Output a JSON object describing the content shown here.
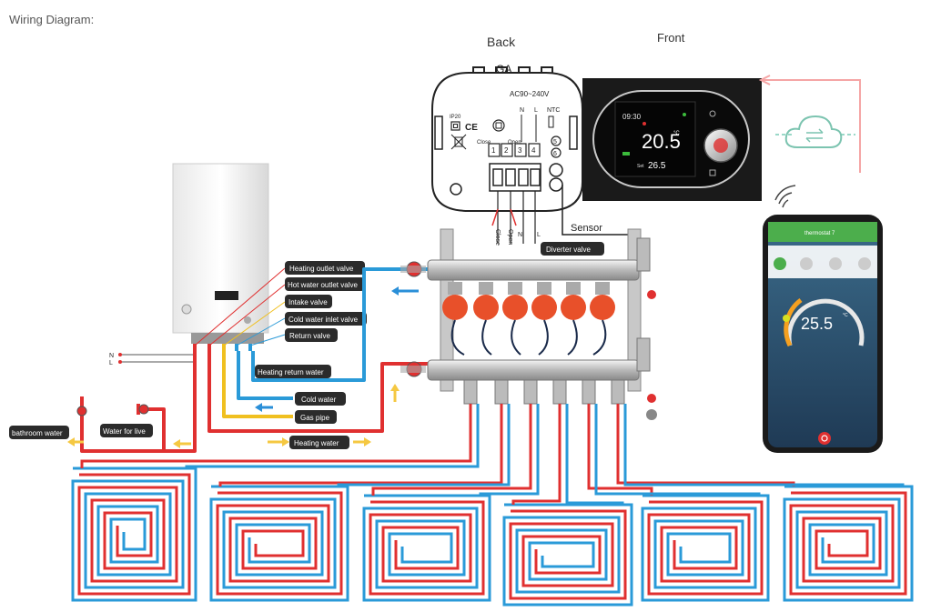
{
  "heading": "Wiring Diagram:",
  "panel_titles": {
    "back": "Back",
    "front": "Front"
  },
  "thermostat_back": {
    "model": "GA",
    "voltage": "AC90~240V",
    "ip_rating": "IP20",
    "ce_mark": "CE",
    "terminal_labels": {
      "n": "N",
      "l": "L",
      "ntc": "NTC",
      "close": "Close",
      "open": "Open"
    },
    "terminals": [
      "1",
      "2",
      "3",
      "4",
      "5",
      "6"
    ],
    "wire_labels": {
      "close": "Close",
      "open": "Open",
      "n": "N",
      "l": "L"
    },
    "sensor_label": "Sensor"
  },
  "thermostat_front": {
    "time": "09:30",
    "temperature": "20.5",
    "unit": "°C",
    "set_label": "Set",
    "set_temperature": "26.5"
  },
  "phone": {
    "app_title": "thermostat 7",
    "temperature": "25.5",
    "unit": "°C"
  },
  "boiler_valves": [
    "Heating outlet valve",
    "Hot water outlet valve",
    "Intake valve",
    "Cold water inlet valve",
    "Return valve"
  ],
  "manifold_labels": {
    "diverter": "Diverter valve",
    "heating_return": "Heating return water"
  },
  "pipe_labels": {
    "cold_water": "Cold water",
    "gas_pipe": "Gas pipe",
    "heating_water": "Heating water",
    "water_for_live": "Water for live",
    "bathroom_water": "bathroom water"
  },
  "power_labels": {
    "n": "N",
    "l": "L"
  },
  "colors": {
    "hot_pipe": "#e03030",
    "cold_pipe": "#2a9ad8",
    "gas_pipe": "#f0c020",
    "arrow_yellow": "#f5c842",
    "arrow_blue": "#2a8fd8",
    "label_bg": "#2b2b2b",
    "valve_red": "#e8502a"
  }
}
